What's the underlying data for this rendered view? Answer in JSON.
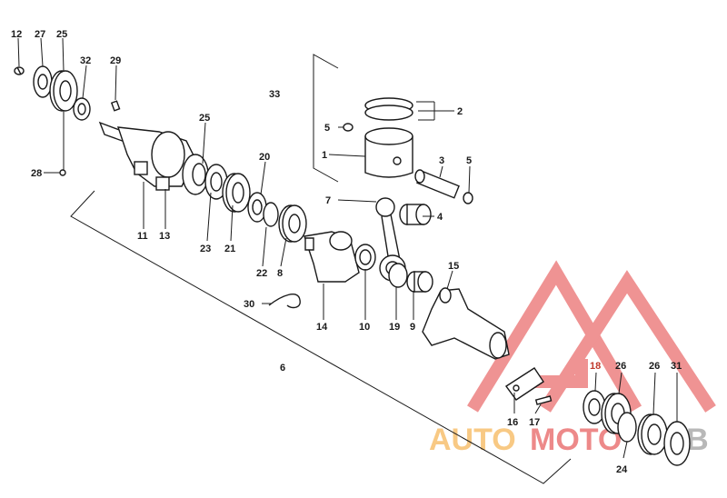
{
  "diagram": {
    "part_numbers": {
      "p1": "1",
      "p2": "2",
      "p3": "3",
      "p4": "4",
      "p5a": "5",
      "p5b": "5",
      "p6": "6",
      "p7": "7",
      "p8": "8",
      "p9": "9",
      "p10": "10",
      "p11": "11",
      "p12": "12",
      "p13": "13",
      "p14": "14",
      "p15": "15",
      "p16": "16",
      "p17": "17",
      "p18": "18",
      "p19": "19",
      "p20": "20",
      "p21": "21",
      "p22": "22",
      "p23": "23",
      "p24": "24",
      "p25a": "25",
      "p25b": "25",
      "p26a": "26",
      "p26b": "26",
      "p27": "27",
      "p28": "28",
      "p29": "29",
      "p30": "30",
      "p31": "31",
      "p32": "32",
      "p33": "33"
    },
    "colors": {
      "line": "#1a1a1a",
      "highlight_label": "#c0392b",
      "watermark_red": "#e23b3b",
      "watermark_orange": "#f4a634",
      "watermark_gray": "#8a8a8a"
    }
  },
  "watermark": {
    "part1": "AUTO",
    "part2": "MOTO",
    "part3": "HUB"
  }
}
